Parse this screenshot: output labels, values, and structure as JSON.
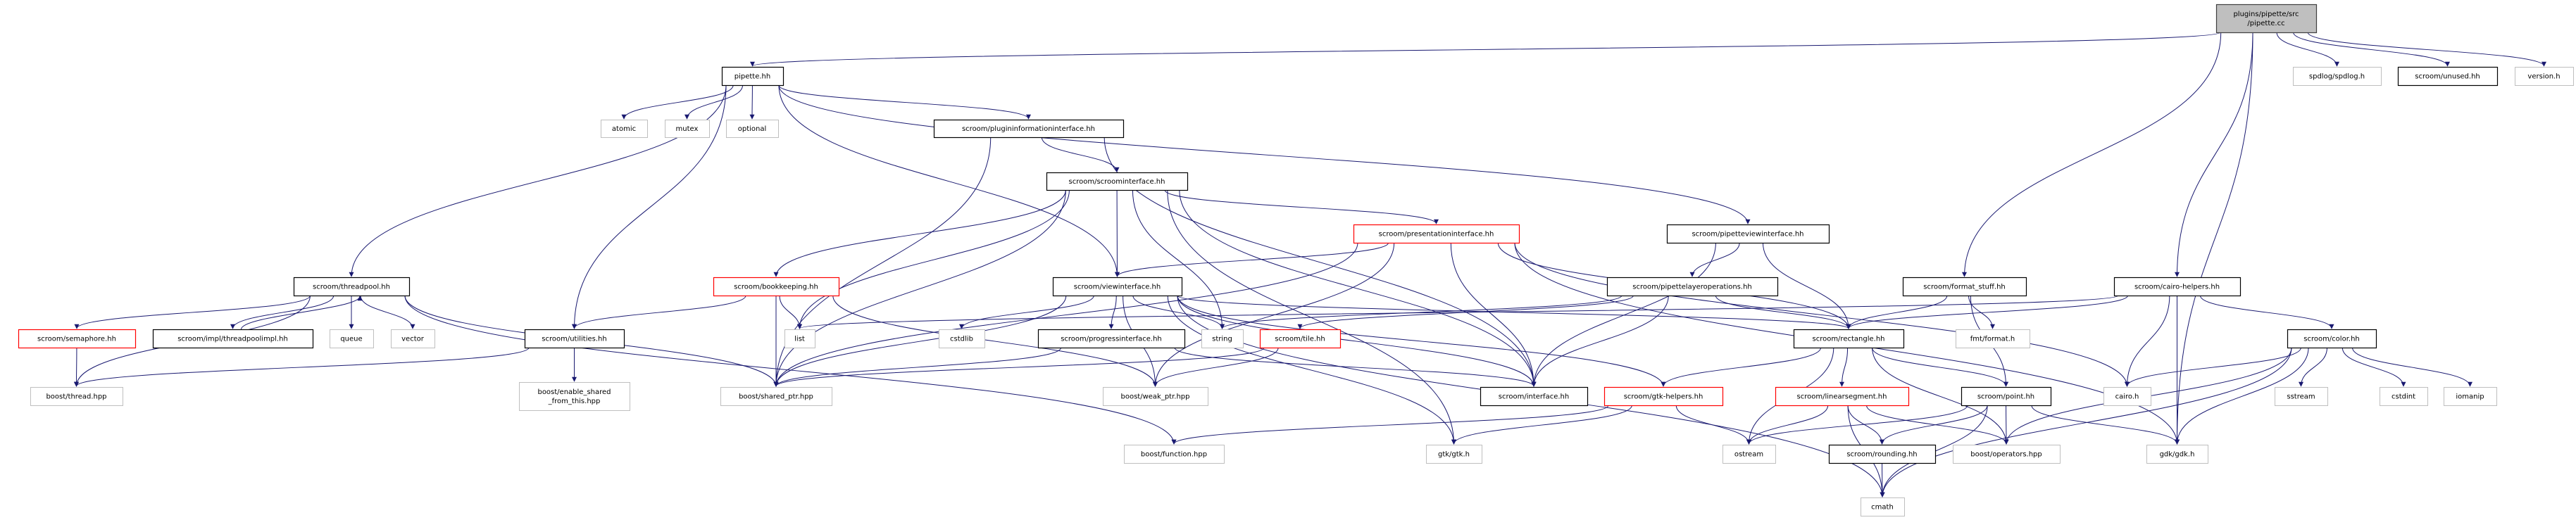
{
  "colors": {
    "edge": "#191970",
    "documented_border": "#000000",
    "truncated_border": "#ff0000",
    "external_border": "#bfbfbf",
    "root_fill": "#bfbfbf"
  },
  "nodes": [
    {
      "id": "pipette_cc",
      "lines": [
        "plugins/pipette/src",
        "/pipette.cc"
      ],
      "kind": "root"
    },
    {
      "id": "pipette_hh",
      "lines": [
        "pipette.hh"
      ],
      "kind": "documented"
    },
    {
      "id": "spdlog",
      "lines": [
        "spdlog/spdlog.h"
      ],
      "kind": "external"
    },
    {
      "id": "unused",
      "lines": [
        "scroom/unused.hh"
      ],
      "kind": "documented"
    },
    {
      "id": "version",
      "lines": [
        "version.h"
      ],
      "kind": "external"
    },
    {
      "id": "atomic",
      "lines": [
        "atomic"
      ],
      "kind": "external"
    },
    {
      "id": "mutex",
      "lines": [
        "mutex"
      ],
      "kind": "external"
    },
    {
      "id": "optional",
      "lines": [
        "optional"
      ],
      "kind": "external"
    },
    {
      "id": "plugininfo",
      "lines": [
        "scroom/plugininformationinterface.hh"
      ],
      "kind": "documented"
    },
    {
      "id": "scroomif",
      "lines": [
        "scroom/scroominterface.hh"
      ],
      "kind": "documented"
    },
    {
      "id": "presentation",
      "lines": [
        "scroom/presentationinterface.hh"
      ],
      "kind": "truncated"
    },
    {
      "id": "pipetteview",
      "lines": [
        "scroom/pipetteviewinterface.hh"
      ],
      "kind": "documented"
    },
    {
      "id": "threadpool",
      "lines": [
        "scroom/threadpool.hh"
      ],
      "kind": "documented"
    },
    {
      "id": "bookkeeping",
      "lines": [
        "scroom/bookkeeping.hh"
      ],
      "kind": "truncated"
    },
    {
      "id": "viewif",
      "lines": [
        "scroom/viewinterface.hh"
      ],
      "kind": "documented"
    },
    {
      "id": "pipettelayer",
      "lines": [
        "scroom/pipettelayeroperations.hh"
      ],
      "kind": "documented"
    },
    {
      "id": "format_stuff",
      "lines": [
        "scroom/format_stuff.hh"
      ],
      "kind": "documented"
    },
    {
      "id": "cairo_helpers",
      "lines": [
        "scroom/cairo-helpers.hh"
      ],
      "kind": "documented"
    },
    {
      "id": "semaphore",
      "lines": [
        "scroom/semaphore.hh"
      ],
      "kind": "truncated"
    },
    {
      "id": "threadpoolimpl",
      "lines": [
        "scroom/impl/threadpoolimpl.hh"
      ],
      "kind": "documented"
    },
    {
      "id": "queue",
      "lines": [
        "queue"
      ],
      "kind": "external"
    },
    {
      "id": "vector",
      "lines": [
        "vector"
      ],
      "kind": "external"
    },
    {
      "id": "utilities",
      "lines": [
        "scroom/utilities.hh"
      ],
      "kind": "documented"
    },
    {
      "id": "list",
      "lines": [
        "list"
      ],
      "kind": "external"
    },
    {
      "id": "cstdlib",
      "lines": [
        "cstdlib"
      ],
      "kind": "external"
    },
    {
      "id": "progress",
      "lines": [
        "scroom/progressinterface.hh"
      ],
      "kind": "documented"
    },
    {
      "id": "string",
      "lines": [
        "string"
      ],
      "kind": "external"
    },
    {
      "id": "tile",
      "lines": [
        "scroom/tile.hh"
      ],
      "kind": "truncated"
    },
    {
      "id": "rectangle",
      "lines": [
        "scroom/rectangle.hh"
      ],
      "kind": "documented"
    },
    {
      "id": "fmt",
      "lines": [
        "fmt/format.h"
      ],
      "kind": "external"
    },
    {
      "id": "color",
      "lines": [
        "scroom/color.hh"
      ],
      "kind": "documented"
    },
    {
      "id": "boost_thread",
      "lines": [
        "boost/thread.hpp"
      ],
      "kind": "external"
    },
    {
      "id": "enable_shared",
      "lines": [
        "boost/enable_shared",
        "_from_this.hpp"
      ],
      "kind": "external"
    },
    {
      "id": "shared_ptr",
      "lines": [
        "boost/shared_ptr.hpp"
      ],
      "kind": "external"
    },
    {
      "id": "weak_ptr",
      "lines": [
        "boost/weak_ptr.hpp"
      ],
      "kind": "external"
    },
    {
      "id": "interface",
      "lines": [
        "scroom/interface.hh"
      ],
      "kind": "documented"
    },
    {
      "id": "gtk_helpers",
      "lines": [
        "scroom/gtk-helpers.hh"
      ],
      "kind": "truncated"
    },
    {
      "id": "linearsegment",
      "lines": [
        "scroom/linearsegment.hh"
      ],
      "kind": "truncated"
    },
    {
      "id": "point",
      "lines": [
        "scroom/point.hh"
      ],
      "kind": "documented"
    },
    {
      "id": "cairo",
      "lines": [
        "cairo.h"
      ],
      "kind": "external"
    },
    {
      "id": "sstream",
      "lines": [
        "sstream"
      ],
      "kind": "external"
    },
    {
      "id": "cstdint",
      "lines": [
        "cstdint"
      ],
      "kind": "external"
    },
    {
      "id": "iomanip",
      "lines": [
        "iomanip"
      ],
      "kind": "external"
    },
    {
      "id": "boost_function",
      "lines": [
        "boost/function.hpp"
      ],
      "kind": "external"
    },
    {
      "id": "gtk",
      "lines": [
        "gtk/gtk.h"
      ],
      "kind": "external"
    },
    {
      "id": "ostream",
      "lines": [
        "ostream"
      ],
      "kind": "external"
    },
    {
      "id": "rounding",
      "lines": [
        "scroom/rounding.hh"
      ],
      "kind": "documented"
    },
    {
      "id": "operators",
      "lines": [
        "boost/operators.hpp"
      ],
      "kind": "external"
    },
    {
      "id": "gdk",
      "lines": [
        "gdk/gdk.h"
      ],
      "kind": "external"
    },
    {
      "id": "cmath",
      "lines": [
        "cmath"
      ],
      "kind": "external"
    }
  ],
  "edges": [
    [
      "pipette_cc",
      "pipette_hh"
    ],
    [
      "pipette_cc",
      "spdlog"
    ],
    [
      "pipette_cc",
      "unused"
    ],
    [
      "pipette_cc",
      "version"
    ],
    [
      "pipette_cc",
      "format_stuff"
    ],
    [
      "pipette_cc",
      "cairo_helpers"
    ],
    [
      "pipette_cc",
      "gdk"
    ],
    [
      "pipette_hh",
      "threadpool"
    ],
    [
      "pipette_hh",
      "utilities"
    ],
    [
      "pipette_hh",
      "atomic"
    ],
    [
      "pipette_hh",
      "mutex"
    ],
    [
      "pipette_hh",
      "optional"
    ],
    [
      "pipette_hh",
      "plugininfo"
    ],
    [
      "pipette_hh",
      "viewif"
    ],
    [
      "pipette_hh",
      "pipetteview"
    ],
    [
      "threadpool",
      "boost_thread"
    ],
    [
      "threadpool",
      "semaphore"
    ],
    [
      "threadpool",
      "threadpoolimpl"
    ],
    [
      "threadpool",
      "queue"
    ],
    [
      "threadpool",
      "vector"
    ],
    [
      "threadpool",
      "shared_ptr"
    ],
    [
      "threadpool",
      "boost_function"
    ],
    [
      "threadpoolimpl",
      "threadpool"
    ],
    [
      "semaphore",
      "boost_thread"
    ],
    [
      "utilities",
      "boost_thread"
    ],
    [
      "utilities",
      "enable_shared"
    ],
    [
      "bookkeeping",
      "utilities"
    ],
    [
      "bookkeeping",
      "list"
    ],
    [
      "bookkeeping",
      "shared_ptr"
    ],
    [
      "bookkeeping",
      "weak_ptr"
    ],
    [
      "plugininfo",
      "scroomif"
    ],
    [
      "plugininfo",
      "shared_ptr"
    ],
    [
      "plugininfo",
      "interface"
    ],
    [
      "scroomif",
      "bookkeeping"
    ],
    [
      "scroomif",
      "list"
    ],
    [
      "scroomif",
      "shared_ptr"
    ],
    [
      "scroomif",
      "viewif"
    ],
    [
      "scroomif",
      "string"
    ],
    [
      "scroomif",
      "presentation"
    ],
    [
      "scroomif",
      "interface"
    ],
    [
      "scroomif",
      "gtk"
    ],
    [
      "presentation",
      "viewif"
    ],
    [
      "presentation",
      "shared_ptr"
    ],
    [
      "presentation",
      "weak_ptr"
    ],
    [
      "presentation",
      "interface"
    ],
    [
      "presentation",
      "rectangle"
    ],
    [
      "presentation",
      "gdk"
    ],
    [
      "presentation",
      "cairo"
    ],
    [
      "pipetteview",
      "pipettelayer"
    ],
    [
      "pipetteview",
      "rectangle"
    ],
    [
      "pipetteview",
      "interface"
    ],
    [
      "viewif",
      "cstdlib"
    ],
    [
      "viewif",
      "progress"
    ],
    [
      "viewif",
      "string"
    ],
    [
      "viewif",
      "shared_ptr"
    ],
    [
      "viewif",
      "weak_ptr"
    ],
    [
      "viewif",
      "interface"
    ],
    [
      "viewif",
      "gtk"
    ],
    [
      "viewif",
      "rectangle"
    ],
    [
      "viewif",
      "gtk_helpers"
    ],
    [
      "viewif",
      "cmath"
    ],
    [
      "progress",
      "shared_ptr"
    ],
    [
      "progress",
      "interface"
    ],
    [
      "pipettelayer",
      "string"
    ],
    [
      "pipettelayer",
      "tile"
    ],
    [
      "pipettelayer",
      "rectangle"
    ],
    [
      "pipettelayer",
      "interface"
    ],
    [
      "tile",
      "shared_ptr"
    ],
    [
      "tile",
      "weak_ptr"
    ],
    [
      "format_stuff",
      "rectangle"
    ],
    [
      "format_stuff",
      "fmt"
    ],
    [
      "format_stuff",
      "point"
    ],
    [
      "cairo_helpers",
      "rectangle"
    ],
    [
      "cairo_helpers",
      "cairo"
    ],
    [
      "cairo_helpers",
      "gdk"
    ],
    [
      "cairo_helpers",
      "color"
    ],
    [
      "cairo_helpers",
      "list"
    ],
    [
      "rectangle",
      "gtk_helpers"
    ],
    [
      "rectangle",
      "ostream"
    ],
    [
      "rectangle",
      "linearsegment"
    ],
    [
      "rectangle",
      "point"
    ],
    [
      "rectangle",
      "operators"
    ],
    [
      "gtk_helpers",
      "boost_function"
    ],
    [
      "gtk_helpers",
      "gtk"
    ],
    [
      "gtk_helpers",
      "ostream"
    ],
    [
      "linearsegment",
      "ostream"
    ],
    [
      "linearsegment",
      "rounding"
    ],
    [
      "linearsegment",
      "operators"
    ],
    [
      "linearsegment",
      "cmath"
    ],
    [
      "point",
      "ostream"
    ],
    [
      "point",
      "rounding"
    ],
    [
      "point",
      "operators"
    ],
    [
      "point",
      "gdk"
    ],
    [
      "point",
      "cmath"
    ],
    [
      "rounding",
      "cmath"
    ],
    [
      "color",
      "cairo"
    ],
    [
      "color",
      "sstream"
    ],
    [
      "color",
      "cstdint"
    ],
    [
      "color",
      "iomanip"
    ],
    [
      "color",
      "operators"
    ],
    [
      "color",
      "gdk"
    ],
    [
      "color",
      "cmath"
    ]
  ]
}
